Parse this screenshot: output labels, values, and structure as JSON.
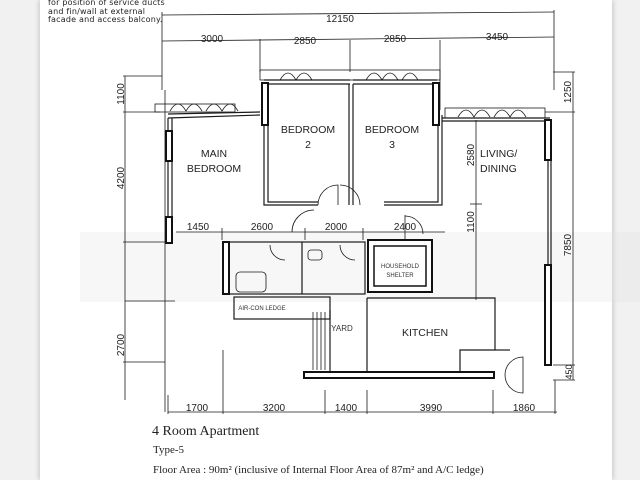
{
  "note": {
    "text": "for position of service ducts and fin/wall at external facade and access balcony."
  },
  "dimensions": {
    "top_overall": "12150",
    "top": [
      "3000",
      "2850",
      "2850",
      "3450"
    ],
    "middle": [
      "1450",
      "2600",
      "2000",
      "2400"
    ],
    "bottom": [
      "1700",
      "3200",
      "1400",
      "3990",
      "1860"
    ],
    "left": [
      "1100",
      "4200",
      "2700"
    ],
    "right": [
      "1250",
      "7850",
      "450"
    ],
    "inner_vertical": [
      "2580",
      "1100"
    ]
  },
  "rooms": {
    "main_bedroom": [
      "MAIN",
      "BEDROOM"
    ],
    "bedroom2": [
      "BEDROOM",
      "2"
    ],
    "bedroom3": [
      "BEDROOM",
      "3"
    ],
    "living_dining": [
      "LIVING/",
      "DINING"
    ],
    "household_shelter": [
      "HOUSEHOLD",
      "SHELTER"
    ],
    "kitchen": "KITCHEN",
    "yard": "YARD",
    "aircon_ledge": "AIR-CON LEDGE"
  },
  "caption": {
    "title": "4 Room Apartment",
    "type": "Type-5",
    "floor_area": "Floor Area : 90m² (inclusive of Internal Floor Area of 87m² and A/C ledge)"
  },
  "colors": {
    "line": "#1a1a1a",
    "paper": "#ffffff",
    "margin": "#f1f1f1"
  }
}
